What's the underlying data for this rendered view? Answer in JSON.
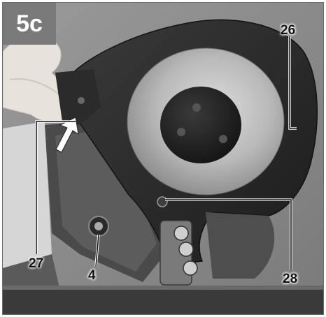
{
  "figure": {
    "label": "5c",
    "label_bg": "#7a7a7a"
  },
  "callouts": {
    "c26": "26",
    "c27": "27",
    "c4": "4",
    "c28": "28"
  },
  "colors": {
    "guard": "#2a2a2a",
    "ring": "#b8b8b8",
    "hub": "#202020",
    "background": "#8f8f8f"
  }
}
